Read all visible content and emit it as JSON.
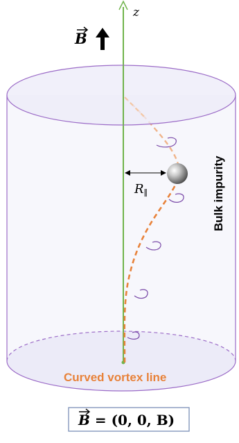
{
  "diagram": {
    "axis_label": "z",
    "field_symbol": "B",
    "distance_label": "R",
    "distance_subscript": "∥",
    "impurity_label": "Bulk impurity",
    "vortex_label": "Curved vortex line",
    "equation": {
      "lhs": "B",
      "rhs": " = (0, 0, B)"
    },
    "colors": {
      "cylinder": "#9b6bc7",
      "cylinder_fill": "#ecebf8",
      "axis": "#6fb34a",
      "vortex": "#e8823a",
      "vortex_label": "#e8823a",
      "equation_border": "#7b8fb7"
    }
  }
}
